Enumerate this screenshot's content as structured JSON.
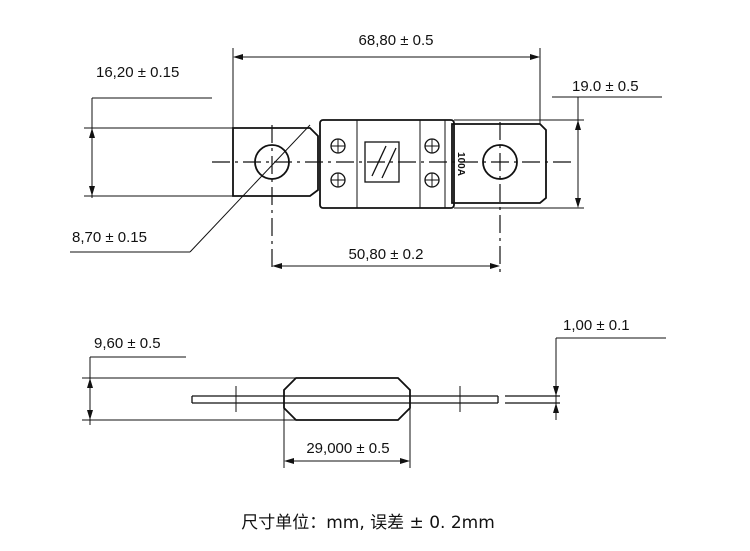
{
  "dimensions": {
    "overall_length": "68,80 ± 0.5",
    "terminal_width": "16,20 ± 0.15",
    "body_width": "19.0 ± 0.5",
    "hole_diameter": "8,70 ± 0.15",
    "hole_spacing": "50,80 ± 0.2",
    "body_thickness": "9,60 ± 0.5",
    "terminal_thickness": "1,00 ± 0.1",
    "body_length": "29,000 ± 0.5"
  },
  "fuse_rating": "100A",
  "footer_note": "尺寸单位：mm, 误差 ± 0. 2mm"
}
